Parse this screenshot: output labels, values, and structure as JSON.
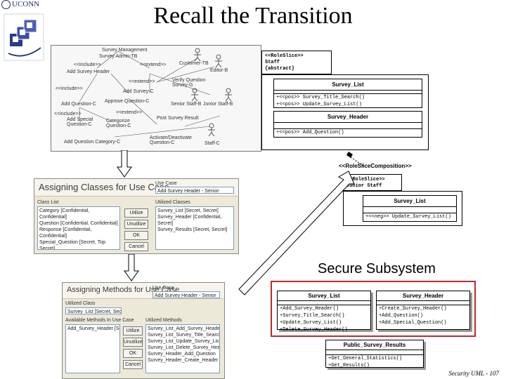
{
  "logo": {
    "text": "UCONN"
  },
  "title": "Recall the Transition",
  "usecase_diagram": {
    "usecases": [
      "Survey Management",
      "Survey Admin-TB",
      "Add Survey Header",
      "Verify Question Survey-G",
      "Add Survey-C",
      "Add Question-C",
      "Approve Question-C",
      "Categorize Question-C",
      "Add Special Question-C",
      "Post Survey Result",
      "Add Question Category-C",
      "Activate/Deactivate Question-C"
    ],
    "actors": [
      "Customer-TB",
      "Editor-B",
      "Senior Staff-B",
      "Junior Staff-B",
      "Staff-C"
    ],
    "relations": [
      "<<include>>",
      "<<extend>>",
      "<<include>>",
      "<<extend>>",
      "<<include>>",
      "<<extend>>"
    ]
  },
  "uml_right": {
    "stereo1": {
      "line1": "<<RoleSlice>>",
      "line2": "Staff",
      "line3": "{abstract}"
    },
    "class1": {
      "name": "Survey_List",
      "ops": [
        "+<<pos>> Survey_Title_Search()",
        "+<<pos>> Update_Survey_List()"
      ]
    },
    "class2": {
      "name": "Survey_Header",
      "ops": [
        "+<<pos>> Add_Question()"
      ]
    },
    "composition_label": "<<RoleSliceComposition>>",
    "stereo2": {
      "line1": "<<RoleSlice>>",
      "line2": "Junior Staff"
    },
    "class3": {
      "name": "Survey_List",
      "ops": [
        "+<<neg>> Update_Survey_List()"
      ]
    }
  },
  "dialog1": {
    "title": "Assigning Classes for Use Case",
    "use_case_label": "Use Case",
    "use_case_value": "Add Survey Header - Senior",
    "class_list_label": "Class List",
    "class_list": [
      "Category [Confidential, Confidential]",
      "Question [Confidential, Confidential]",
      "Response [Confidential, Confidential]",
      "Special_Question [Secret, Top Secret]"
    ],
    "utilized_label": "Utilized Classes",
    "utilized": [
      "Survey_List [Secret, Secret]",
      "Survey_Header [Confidential, Secret]",
      "Survey_Results [Secret, Secret]"
    ],
    "buttons": [
      "Utilize",
      "Unutilize",
      "OK",
      "Cancel"
    ]
  },
  "dialog2": {
    "title": "Assigning Methods for Use Case",
    "use_case_label": "Use Case",
    "use_case_value": "Add Survey Header - Senior",
    "utilized_class_label": "Utilized Class",
    "utilized_class_value": "Survey_List [Secret, Secret]",
    "available_label": "Available Methods In Use Case",
    "available": [
      "Add_Survey_Header [Secret]"
    ],
    "utilized_methods_label": "Utilized Methods",
    "utilized_methods": [
      "Survey_List_Add_Survey_Header",
      "Survey_List_Survey_Title_Search",
      "Survey_List_Update_Survey_List",
      "Survey_List_Delete_Survey_Header",
      "Survey_Header_Add_Question",
      "Survey_Header_Create_Header"
    ],
    "buttons": [
      "Utilize",
      "Unutilize",
      "OK",
      "Cancel"
    ]
  },
  "secure_subsystem": {
    "label": "Secure Subsystem",
    "class_a": {
      "name": "Survey_List",
      "ops": [
        "+Add_Survey_Header()",
        "+Survey_Title_Search()",
        "+Update_Survey_List()",
        "+Delete_Survey_Header()"
      ]
    },
    "class_b": {
      "name": "Survey_Header",
      "ops": [
        "+Create_Survey_Header()",
        "+Add_Question()",
        "+Add_Special_Question()"
      ]
    },
    "class_c": {
      "name": "Public_Survey_Results",
      "ops": [
        "+Get_General_Statistics()",
        "+Get_Results()"
      ]
    },
    "border_color": "#c0282d"
  },
  "footer": "Security UML - 107"
}
